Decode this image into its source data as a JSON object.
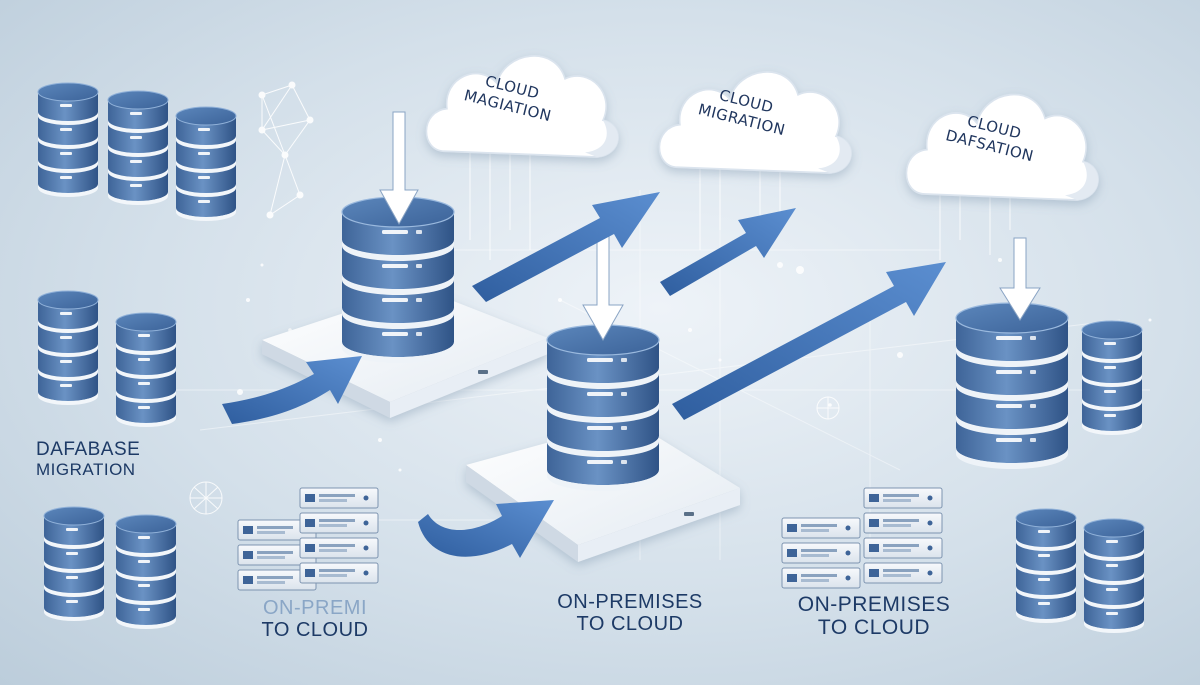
{
  "clouds": [
    {
      "line1": "CLOUD",
      "line2": "MAGIATION"
    },
    {
      "line1": "CLOUD",
      "line2": "MIGRATION"
    },
    {
      "line1": "CLOUD",
      "line2": "DAFSATION"
    }
  ],
  "labels": {
    "database": {
      "line1": "DAFABASE",
      "line2": "MIGRATION"
    },
    "onprem_left": {
      "line1": "ON-PREMI",
      "line2": "TO CLOUD"
    },
    "onprem_center": {
      "line1": "ON-PREMISES",
      "line2": "TO CLOUD"
    },
    "onprem_right": {
      "line1": "ON-PREMISES",
      "line2": "TO CLOUD"
    }
  },
  "colors": {
    "database_top": "#4f78ad",
    "database_body": "#5a82b5",
    "arrow": "#3e6fb0",
    "label_text": "#1d3a66",
    "platform": "#ffffff"
  }
}
